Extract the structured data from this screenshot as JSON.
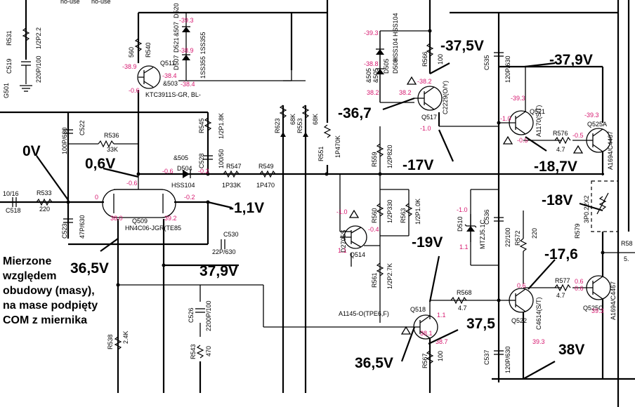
{
  "diagram": {
    "header_labels": [
      "no-use",
      "no-use"
    ],
    "components": {
      "r531": {
        "ref": "R531",
        "value": "1/2P2.2"
      },
      "c519": {
        "ref": "C519",
        "value": "220P/100"
      },
      "g501": {
        "ref": "G501"
      },
      "r540": {
        "ref": "R540",
        "value": "560"
      },
      "q511": {
        "ref": "Q511",
        "part": "KTC3911S-GR, BL-",
        "note": "&503"
      },
      "d507": {
        "ref": "D507",
        "alt": "&507"
      },
      "d520": {
        "ref": "D520"
      },
      "d521": {
        "ref": "D521"
      },
      "d507_part": {
        "value": "1SS355 1SS355"
      },
      "c522": {
        "ref": "C522",
        "value": "100P/630"
      },
      "r536": {
        "ref": "R536",
        "value": "33K"
      },
      "r545": {
        "ref": "R545",
        "value": "1/2P1.8K"
      },
      "c528": {
        "ref": "C528",
        "value": "100/50"
      },
      "d504": {
        "ref": "D504",
        "note": "&505",
        "part": "HSS104"
      },
      "r547": {
        "ref": "R547",
        "value": "1P33K"
      },
      "r549": {
        "ref": "R549",
        "value": "1P470"
      },
      "r623": {
        "ref": "R623",
        "value": "68K"
      },
      "r553": {
        "ref": "R553",
        "value": "68K"
      },
      "c518": {
        "ref": "C518",
        "value": "10/16"
      },
      "r533": {
        "ref": "R533",
        "value": "220"
      },
      "c523": {
        "ref": "C523",
        "value": "47P/630"
      },
      "q509": {
        "ref": "Q509",
        "part": "HN4C06-JGR(TE85"
      },
      "c530": {
        "ref": "C530",
        "value": "22P/630"
      },
      "d505": {
        "ref": "D505",
        "alt": "&505"
      },
      "d508": {
        "ref": "D508",
        "alt": "&505"
      },
      "d505_part": {
        "value": "HSS104 HSS104"
      },
      "r566": {
        "ref": "R566",
        "value": "100"
      },
      "q517": {
        "ref": "Q517",
        "part": "C2229(O/Y)"
      },
      "c535": {
        "ref": "C535",
        "value": "120P/630"
      },
      "q521": {
        "ref": "Q521",
        "part": "A1170(S/T)"
      },
      "r576": {
        "ref": "R576",
        "value": "4.7"
      },
      "q525a": {
        "ref": "Q525A",
        "part": "A1694/C4467"
      },
      "r551": {
        "ref": "R551",
        "value": "1P470K"
      },
      "r559": {
        "ref": "R559",
        "value": "1/2P820"
      },
      "r560": {
        "ref": "R560",
        "value": "1/2P330"
      },
      "r563": {
        "ref": "R563",
        "value": "1/2P1.0K"
      },
      "q514": {
        "ref": "Q514",
        "part": "D2705S"
      },
      "r561": {
        "ref": "R561",
        "value": "1/2P2.7K"
      },
      "d510": {
        "ref": "D510",
        "part": "MTZJ5.1C"
      },
      "c536": {
        "ref": "C536",
        "value": "22/100"
      },
      "r572": {
        "ref": "R572",
        "value": "220"
      },
      "r579": {
        "ref": "R579",
        "value": "3P0.22X2"
      },
      "r577": {
        "ref": "R577",
        "value": "4.7"
      },
      "q525c": {
        "ref": "Q525C",
        "part": "A1694/C4467"
      },
      "r568": {
        "ref": "R568",
        "value": "4.7"
      },
      "q518": {
        "ref": "Q518",
        "part": "A1145-O(TPE6,F)"
      },
      "q522": {
        "ref": "Q522",
        "part": "C4614(S/T)"
      },
      "c526": {
        "ref": "C526",
        "value": "2200P/100"
      },
      "r538": {
        "ref": "R538",
        "value": "2.4K"
      },
      "r543": {
        "ref": "R543",
        "value": "470"
      },
      "r567": {
        "ref": "R567",
        "value": "100"
      },
      "c537": {
        "ref": "C537",
        "value": "120P/630"
      },
      "r58x": {
        "ref": "R58",
        "value": "5."
      }
    },
    "printed_voltages": {
      "q511_b": "-38.9",
      "q511_e": "-38.4",
      "q511_c": "-0.6",
      "d507_a": "-39.3",
      "d507_b": "-38.9",
      "d507_c": "-38.4",
      "d504_l": "-0.6",
      "d504_r": "-0.2",
      "q509_base": "-0.6",
      "q509_l": "0",
      "q509_r": "-0.2",
      "q509_bl": "38.0",
      "q509_br": "39.2",
      "d505_a": "-39.3",
      "d505_b": "-38.8",
      "d505_c": "38.2",
      "q517_b": "-38.2",
      "q517_e": "38.2",
      "q517_c": "-1.0",
      "q521_b": "-39.3",
      "q521_c": "-1.0",
      "q521_e": "-0.5",
      "q525a_b": "-39.3",
      "q525a_e": "-0.5",
      "q514_b": "-1.0",
      "q514_e": "-0.4",
      "q514_c": "1.1",
      "d510_top": "-1.0",
      "d510_bot": "1.1",
      "q522_b": "0.6",
      "q522_c": "39.3",
      "q525c_b": "0.6",
      "q525c_c": "39.3",
      "q518_c": "1.1",
      "q518_b": "38.1",
      "q518_e": "38.7",
      "r577_l": "0.6"
    },
    "measured_annotations": {
      "v_0": "0V",
      "v_06": "0,6V",
      "v_m11": "-1,1V",
      "v_365": "36,5V",
      "v_379_left": "37,9V",
      "v_m375": "-37,5V",
      "v_m367": "-36,7",
      "v_m17": "-17V",
      "v_m19": "-19V",
      "v_375": "37,5",
      "v_365_bottom": "36,5V",
      "v_m379": "-37,9V",
      "v_m187": "-18,7V",
      "v_m18": "-18V",
      "v_m176": "-17,6",
      "v_38": "38V"
    },
    "note_lines": [
      "Mierzone",
      "względem",
      "obudowy (masy),",
      "na mase podpięty",
      "COM z miernika"
    ]
  }
}
